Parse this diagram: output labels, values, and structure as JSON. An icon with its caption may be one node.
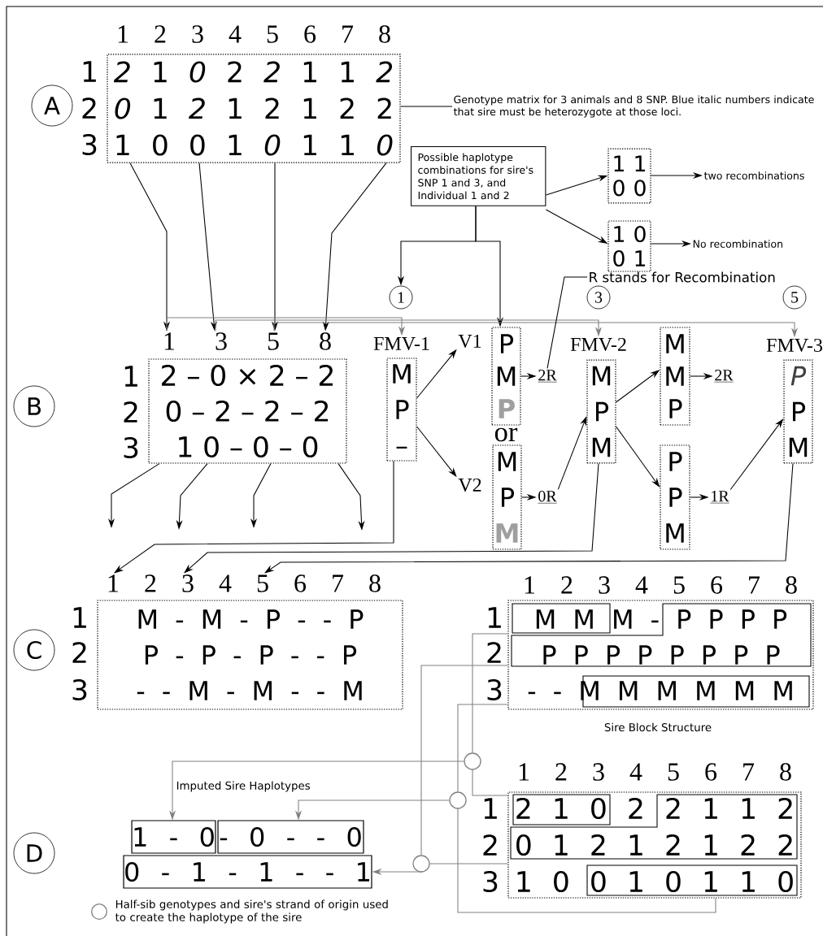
{
  "diagram": {
    "nodes": [
      {
        "text": [
          "A"
        ]
      },
      {
        "text": [
          "1 2 3 4 5 6 7 8",
          "*2* 1 *0* 2 *2* 1 1 *2*",
          "*0* 1 *2* 1 2 1 2 2",
          "1 0 0 1 *0* 1 1 *0*"
        ]
      },
      {
        "text": [
          "Genotype matrix for 3 animals and 8 SNP. Blue italic numbers indicate that sire must be heterozygote at those loci."
        ]
      },
      {
        "text": [
          "Possible haplotype combinations for sire's SNP 1 and 3, and Individual 1 and 2"
        ]
      },
      {
        "text": [
          "1 1",
          "0 0"
        ]
      },
      {
        "text": [
          "two recombinations"
        ]
      },
      {
        "text": [
          "1 0",
          "0 1"
        ]
      },
      {
        "text": [
          "No recombination"
        ]
      },
      {
        "text": [
          "1"
        ]
      },
      {
        "text": [
          "B"
        ]
      },
      {
        "text": [
          "1 3 5 8",
          "2 – 0 × 2 – 2",
          "0 – 2 – 2 – 2",
          "1 0 – 0 – 0"
        ]
      },
      {
        "text": [
          "FMV-1",
          "M",
          "P",
          "–"
        ]
      },
      {
        "text": [
          "V1"
        ]
      },
      {
        "text": [
          "V2"
        ]
      },
      {
        "text": [
          "P",
          "M",
          "P"
        ]
      },
      {
        "text": [
          "M",
          "P",
          "M"
        ]
      },
      {
        "text": [
          "2R"
        ]
      },
      {
        "text": [
          "0R"
        ]
      },
      {
        "text": [
          "3"
        ]
      },
      {
        "text": [
          "FMV-2",
          "M",
          "P",
          "M"
        ]
      },
      {
        "text": [
          "M",
          "M",
          "P"
        ]
      },
      {
        "text": [
          "P",
          "P",
          "M"
        ]
      },
      {
        "text": [
          "2R"
        ]
      },
      {
        "text": [
          "1R"
        ]
      },
      {
        "text": [
          "5"
        ]
      },
      {
        "text": [
          "FMV-3",
          "P",
          "P",
          "M"
        ]
      },
      {
        "text": [
          "R stands for Recombination"
        ]
      },
      {
        "text": [
          "C"
        ]
      },
      {
        "text": [
          "1 2 3 4 5 6 7 8",
          "M - M - P - - P",
          "P - P - P - - P",
          "- - M - M - - M"
        ]
      },
      {
        "text": [
          "1 2 3 4 5 6 7 8",
          "M M M - P P P P",
          "P P P P P P P P",
          "- - M M M M M M"
        ],
        "beside": [
          "Sire Block Structure"
        ]
      },
      {
        "text": [
          "D"
        ]
      },
      {
        "text": [
          "1 2 3 4 5 6 7 8",
          "2 1 0 2 2 1 1 2",
          "0 1 2 1 2 1 2 2",
          "1 0 0 1 0 1 1 0"
        ]
      },
      {
        "text": [
          "1 - 0"
        ]
      },
      {
        "text": [
          "- 0 - - 0"
        ]
      },
      {
        "text": [
          "0 - 1 - 1 - - 1"
        ]
      },
      {
        "text": [],
        "shape": "circle"
      },
      {
        "text": [],
        "shape": "circle"
      },
      {
        "text": [],
        "shape": "circle"
      }
    ],
    "edges": [
      {
        "from": 2,
        "to": 1,
        "arrow": "none"
      },
      {
        "from": 1,
        "to": 10,
        "arrow": "to"
      },
      {
        "from": 1,
        "to": 10,
        "arrow": "to"
      },
      {
        "from": 1,
        "to": 10,
        "arrow": "to"
      },
      {
        "from": 1,
        "to": 10,
        "arrow": "to"
      },
      {
        "from": 3,
        "to": 8,
        "arrow": "to"
      },
      {
        "from": 3,
        "to": 14,
        "arrow": "to"
      },
      {
        "from": 3,
        "to": 4,
        "arrow": "to"
      },
      {
        "from": 3,
        "to": 6,
        "arrow": "to"
      },
      {
        "from": 4,
        "to": 5,
        "arrow": "to"
      },
      {
        "from": 6,
        "to": 7,
        "arrow": "to"
      },
      {
        "from": 10,
        "to": 11,
        "arrow": "to",
        "color": "#808080"
      },
      {
        "from": 10,
        "to": 19,
        "arrow": "to",
        "color": "#808080"
      },
      {
        "from": 10,
        "to": 25,
        "arrow": "to",
        "color": "#808080"
      },
      {
        "from": 11,
        "to": 12,
        "arrow": "to"
      },
      {
        "from": 11,
        "to": 13,
        "arrow": "to"
      },
      {
        "from": 14,
        "to": 16,
        "arrow": "to"
      },
      {
        "from": 15,
        "to": 17,
        "arrow": "to"
      },
      {
        "from": 17,
        "to": 19,
        "arrow": "to"
      },
      {
        "from": 19,
        "to": 20,
        "arrow": "to"
      },
      {
        "from": 19,
        "to": 21,
        "arrow": "to"
      },
      {
        "from": 20,
        "to": 22,
        "arrow": "to"
      },
      {
        "from": 21,
        "to": 23,
        "arrow": "to"
      },
      {
        "from": 23,
        "to": 25,
        "arrow": "to"
      },
      {
        "from": 26,
        "to": 16,
        "arrow": "none"
      },
      {
        "from": 10,
        "to": null,
        "arrow": "to"
      },
      {
        "from": 10,
        "to": null,
        "arrow": "to"
      },
      {
        "from": 10,
        "to": null,
        "arrow": "to"
      },
      {
        "from": 10,
        "to": null,
        "arrow": "to"
      },
      {
        "from": 11,
        "to": 28,
        "arrow": "to"
      },
      {
        "from": 19,
        "to": 28,
        "arrow": "to"
      },
      {
        "from": 25,
        "to": 28,
        "arrow": "to"
      },
      {
        "from": 29,
        "to": 35,
        "arrow": "none",
        "color": "#808080"
      },
      {
        "from": 31,
        "to": 35,
        "arrow": "none",
        "color": "#808080"
      },
      {
        "from": 35,
        "to": 32,
        "arrow": "to",
        "color": "#808080"
      },
      {
        "from": 29,
        "to": 36,
        "arrow": "none",
        "color": "#808080"
      },
      {
        "from": 31,
        "to": 36,
        "arrow": "none",
        "color": "#808080"
      },
      {
        "from": 36,
        "to": 33,
        "arrow": "to",
        "color": "#808080"
      },
      {
        "from": 29,
        "to": 37,
        "arrow": "none",
        "color": "#808080"
      },
      {
        "from": 31,
        "to": 37,
        "arrow": "none",
        "color": "#808080"
      },
      {
        "from": 37,
        "to": 34,
        "arrow": "to",
        "color": "#808080"
      }
    ],
    "labels": [
      "1",
      "2",
      "3",
      "or",
      "1",
      "2",
      "3",
      "1",
      "2",
      "3",
      "1",
      "2",
      "3",
      "Imputed Sire Haplotypes",
      "1",
      "2",
      "3"
    ],
    "legend": [
      {
        "text": "Half-sib genotypes and sire's strand of origin used to create the haplotype of the sire"
      }
    ]
  }
}
